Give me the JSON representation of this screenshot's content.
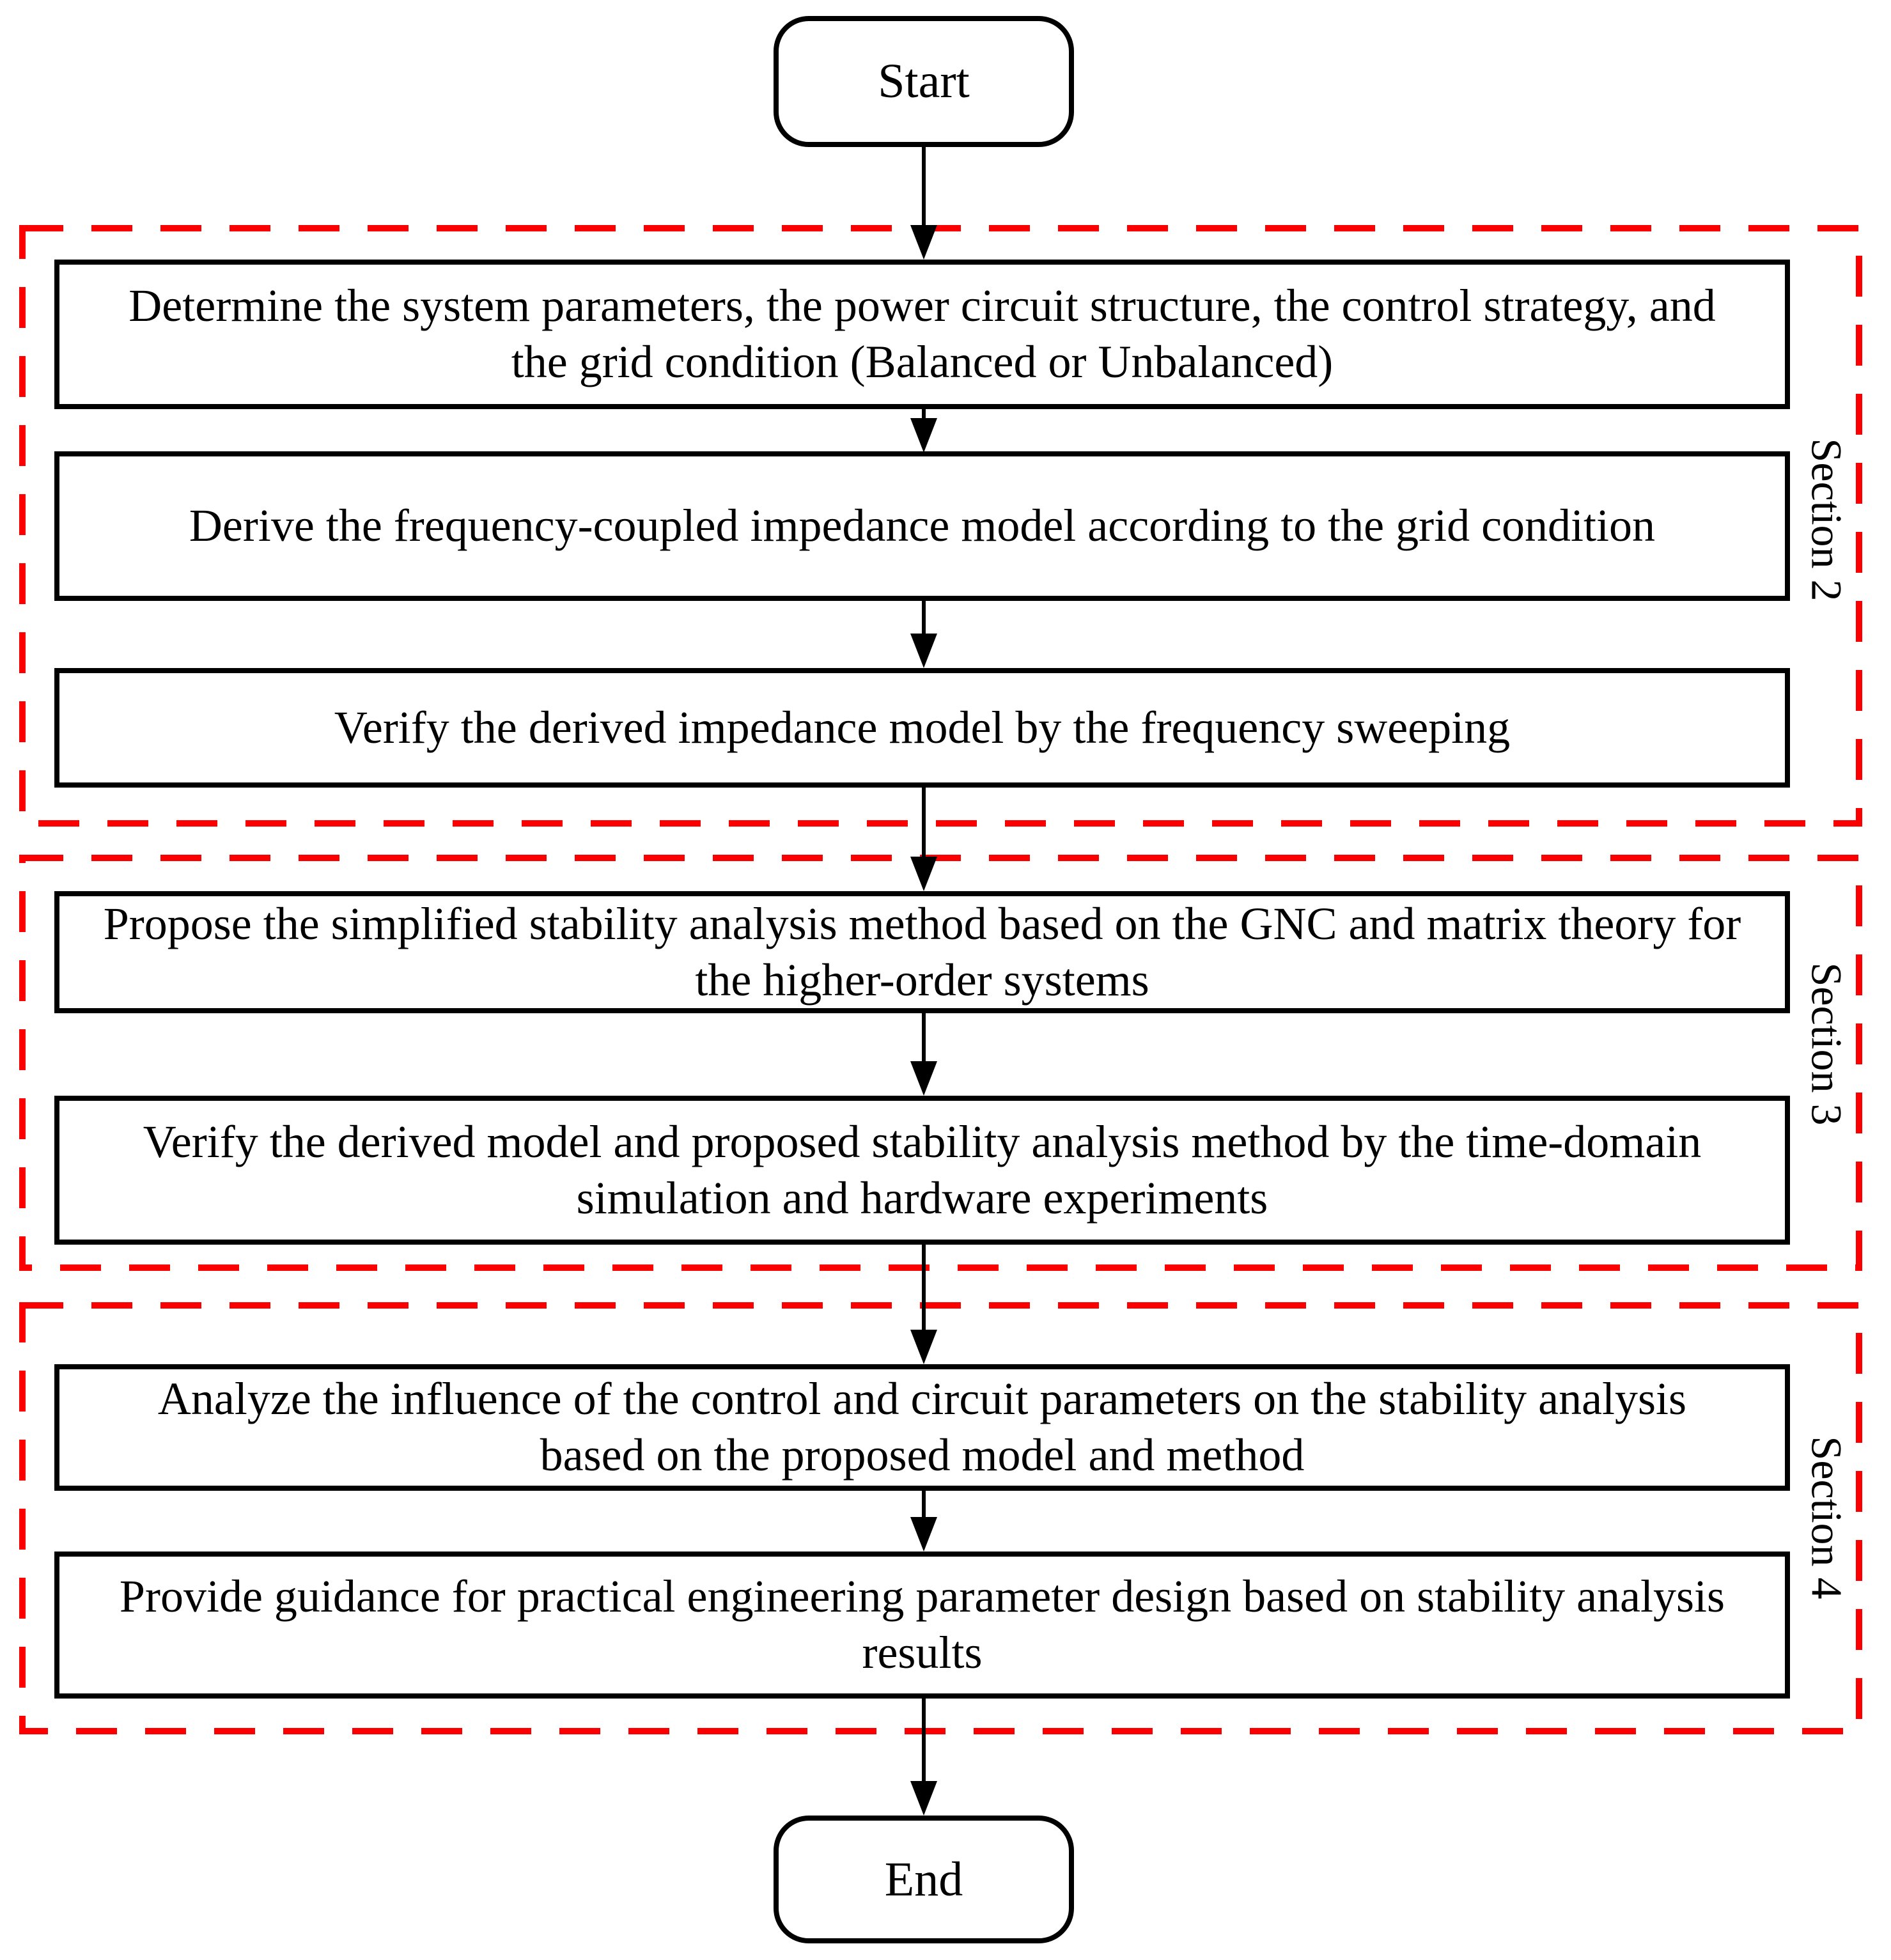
{
  "flowchart": {
    "start_label": "Start",
    "end_label": "End",
    "sections": [
      {
        "label": "Section 2",
        "steps": [
          "Determine the system parameters, the power circuit structure, the control strategy, and the grid condition (Balanced or Unbalanced)",
          "Derive the frequency-coupled impedance model according to the grid condition",
          "Verify the derived impedance model by the frequency sweeping"
        ]
      },
      {
        "label": "Section 3",
        "steps": [
          "Propose the simplified stability analysis method based on the GNC and matrix theory for the higher-order systems",
          "Verify the derived model and proposed stability analysis method by the time-domain simulation and hardware experiments"
        ]
      },
      {
        "label": "Section 4",
        "steps": [
          "Analyze the influence of the control and circuit parameters on the stability analysis based on the proposed model and method",
          "Provide guidance for practical engineering parameter design based on stability analysis results"
        ]
      }
    ],
    "colors": {
      "section_dash": "#fb0000",
      "box_border": "#000000",
      "text": "#000000",
      "background": "#ffffff"
    }
  }
}
